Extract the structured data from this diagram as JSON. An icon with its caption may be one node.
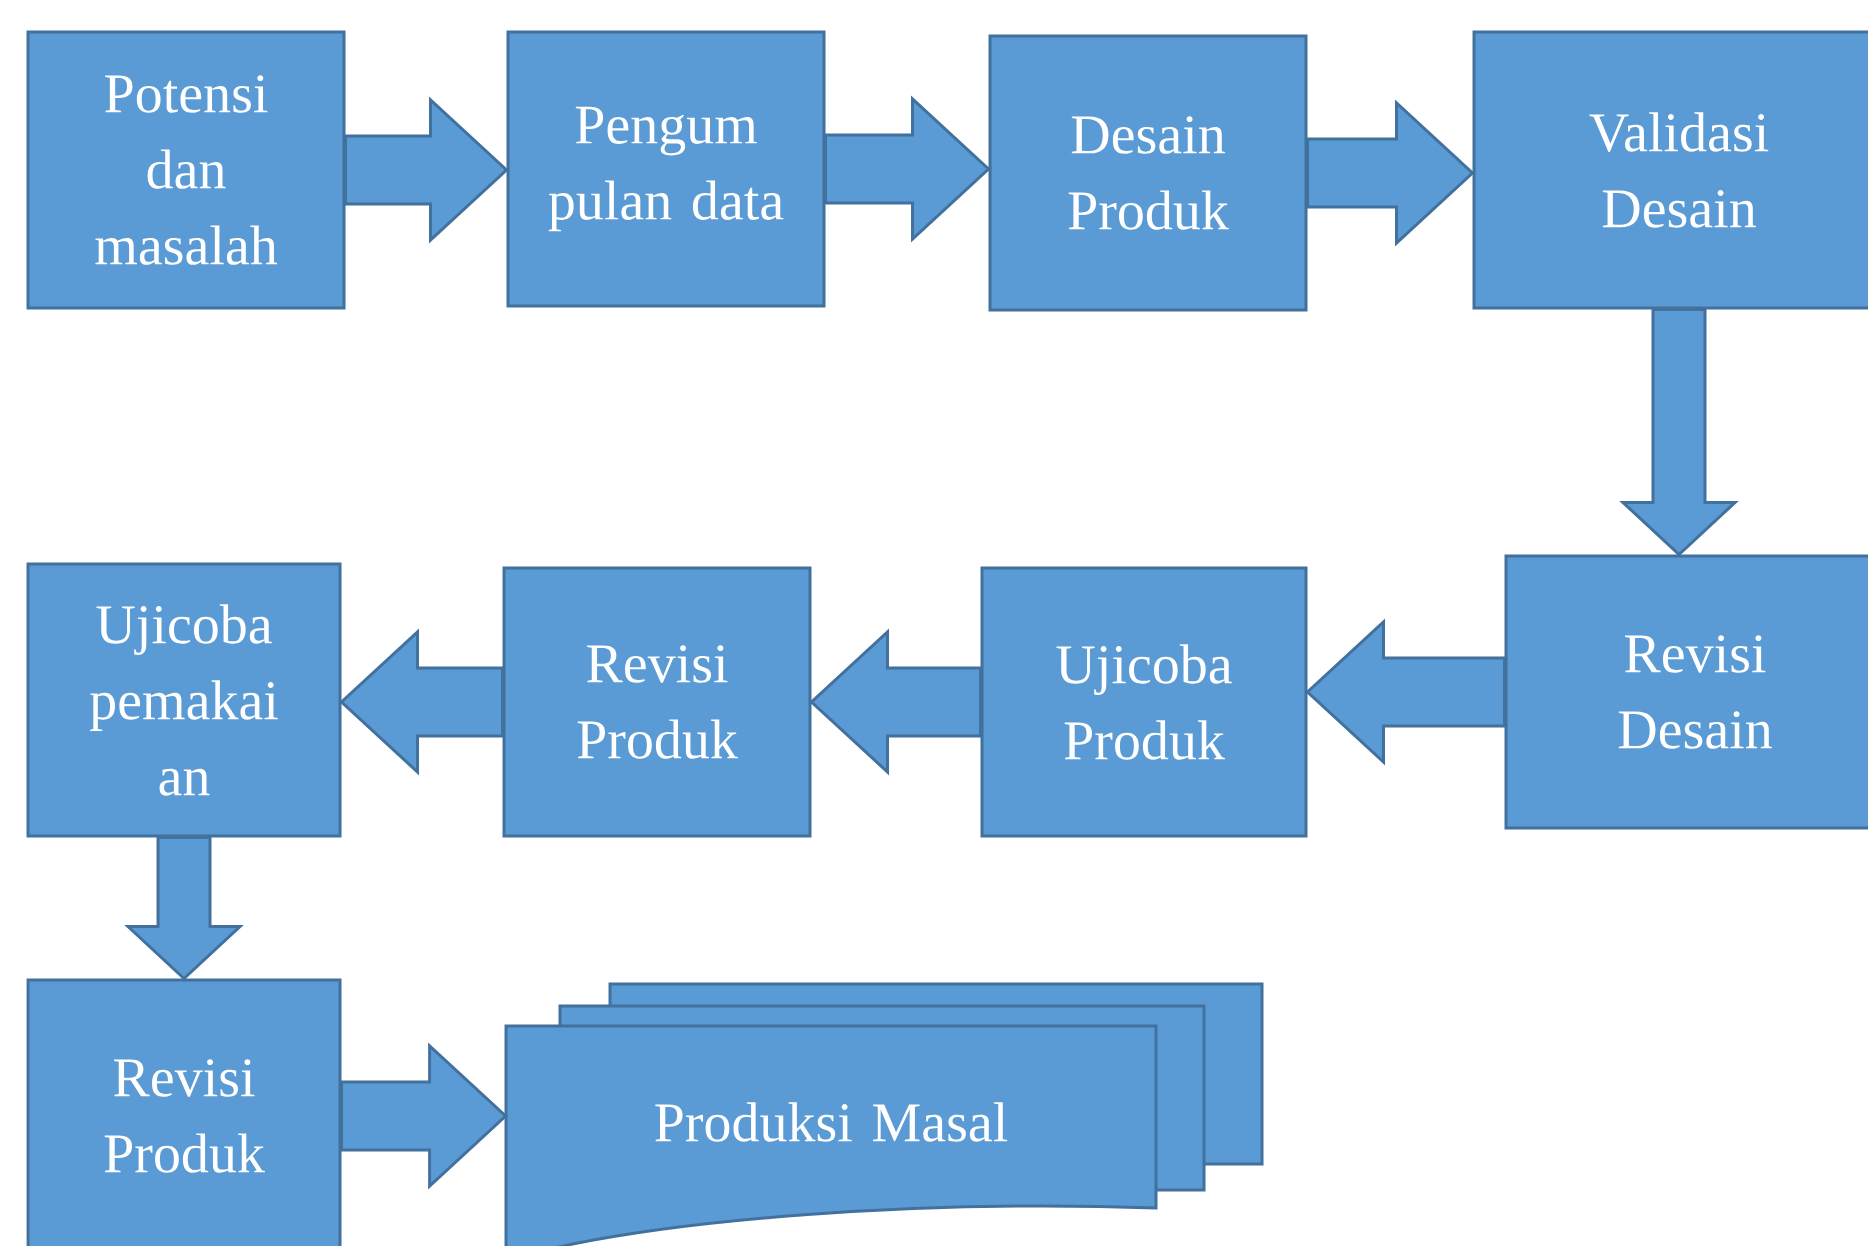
{
  "diagram": {
    "nodes": [
      {
        "text": [
          "Potensi dan masalah"
        ]
      },
      {
        "text": [
          "Pengum pulan data"
        ]
      },
      {
        "text": [
          "Desain Produk"
        ]
      },
      {
        "text": [
          "Validasi Desain"
        ]
      },
      {
        "text": [
          "Revisi Desain"
        ]
      },
      {
        "text": [
          "Ujicoba Produk"
        ]
      },
      {
        "text": [
          "Revisi Produk"
        ]
      },
      {
        "text": [
          "Ujicoba pemakai an"
        ]
      },
      {
        "text": [
          "Revisi Produk"
        ]
      },
      {
        "text": [
          "Produksi Masal"
        ]
      }
    ],
    "edges": [
      {
        "from": 0,
        "to": 1,
        "arrow": "to"
      },
      {
        "from": 1,
        "to": 2,
        "arrow": "to"
      },
      {
        "from": 2,
        "to": 3,
        "arrow": "to"
      },
      {
        "from": 3,
        "to": 4,
        "arrow": "to"
      },
      {
        "from": 4,
        "to": 5,
        "arrow": "to"
      },
      {
        "from": 5,
        "to": 6,
        "arrow": "to"
      },
      {
        "from": 6,
        "to": 7,
        "arrow": "to"
      },
      {
        "from": 7,
        "to": 8,
        "arrow": "to"
      },
      {
        "from": 8,
        "to": 9,
        "arrow": "to"
      }
    ]
  }
}
